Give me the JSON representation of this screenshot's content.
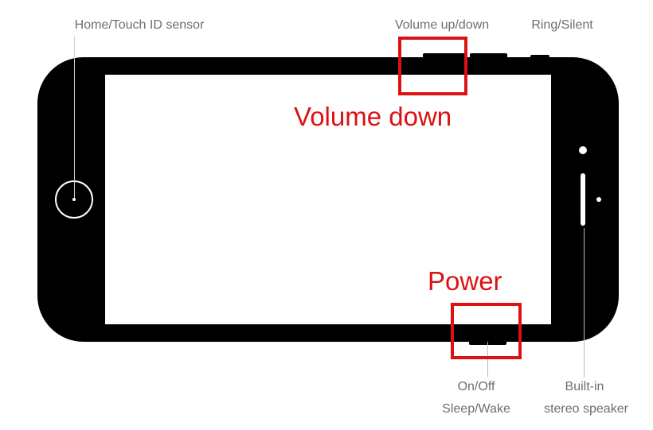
{
  "labels": {
    "home_sensor": "Home/Touch ID sensor",
    "volume": "Volume up/down",
    "ring_silent": "Ring/Silent",
    "onoff_line1": "On/Off",
    "onoff_line2": "Sleep/Wake",
    "speaker_line1": "Built-in",
    "speaker_line2": "stereo speaker"
  },
  "annotations": {
    "volume_down": "Volume down",
    "power": "Power"
  },
  "colors": {
    "device": "#000000",
    "screen": "#ffffff",
    "label_text": "#6e6e6e",
    "leader_line": "#bdbdbd",
    "highlight": "#dd1111"
  }
}
